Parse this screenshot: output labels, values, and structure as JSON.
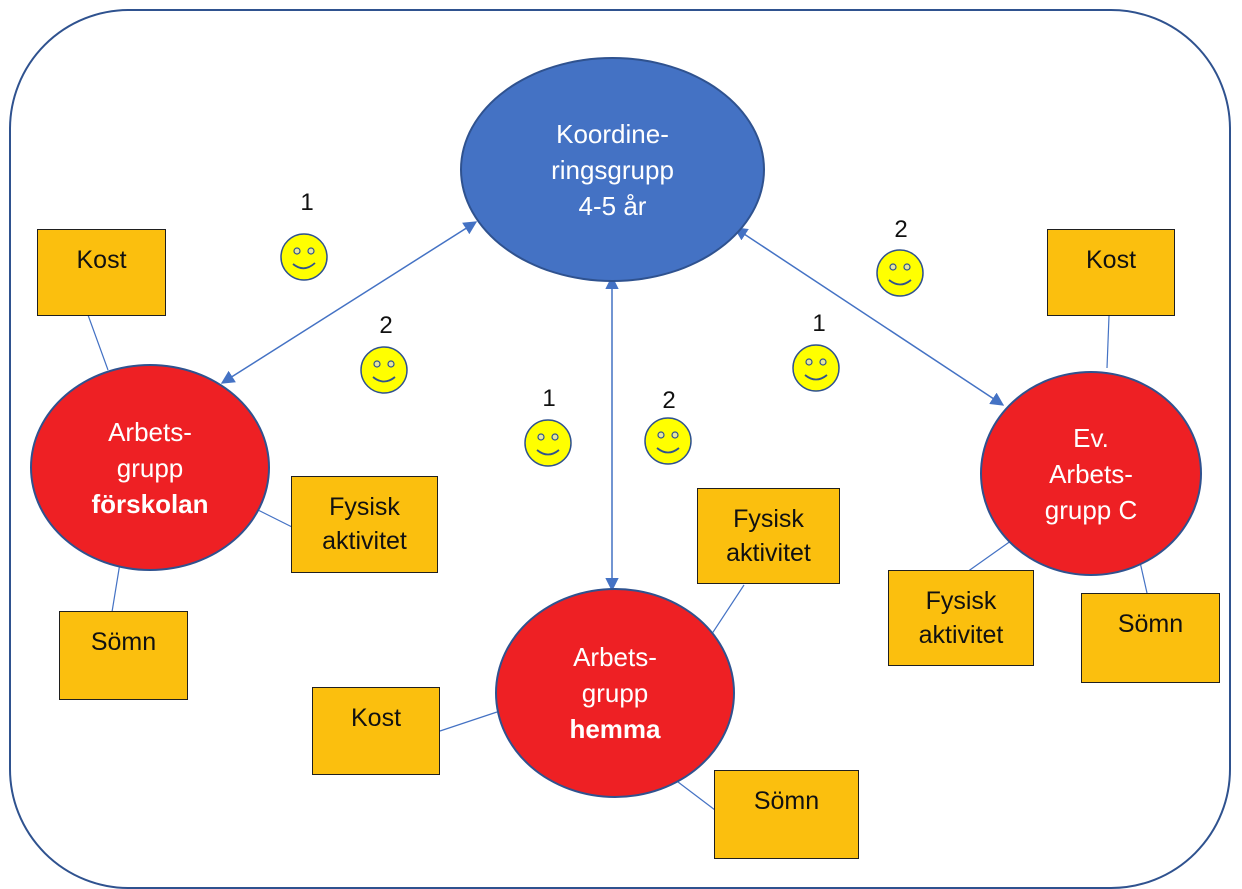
{
  "nodes": {
    "coordination": {
      "lines": [
        "Koordine-",
        "ringsgrupp",
        "4-5 år"
      ]
    },
    "preschool": {
      "line1": "Arbets-",
      "line2": "grupp",
      "line3": "förskolan"
    },
    "home": {
      "line1": "Arbets-",
      "line2": "grupp",
      "line3": "hemma"
    },
    "group_c": {
      "lines": [
        "Ev.",
        "Arbets-",
        "grupp C"
      ]
    }
  },
  "boxes": {
    "preschool_diet": [
      "Kost"
    ],
    "preschool_activity": [
      "Fysisk",
      "aktivitet"
    ],
    "preschool_sleep": [
      "Sömn"
    ],
    "home_activity": [
      "Fysisk",
      "aktivitet"
    ],
    "home_diet": [
      "Kost"
    ],
    "home_sleep": [
      "Sömn"
    ],
    "c_diet": [
      "Kost"
    ],
    "c_activity": [
      "Fysisk",
      "aktivitet"
    ],
    "c_sleep": [
      "Sömn"
    ]
  },
  "smiley_labels": {
    "top_left": "1",
    "mid_left": "2",
    "center_left": "1",
    "center_right": "2",
    "mid_right": "1",
    "top_right": "2"
  },
  "colors": {
    "coordination_fill": "#4472c4",
    "workgroup_fill": "#ee2024",
    "box_fill": "#fbbf0e",
    "smiley_fill": "#ffff00",
    "line": "#4472c4"
  }
}
